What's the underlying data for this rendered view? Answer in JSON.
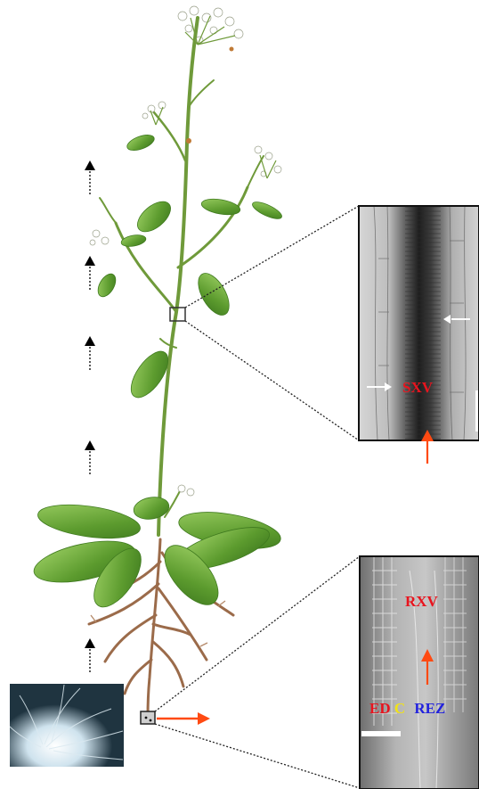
{
  "labels": {
    "stem_inset": "SXV",
    "root_inset": "RXV",
    "zone_ed": "ED",
    "zone_c": "C",
    "zone_rez": "REZ"
  },
  "colors": {
    "sxv": "#e8141e",
    "rxv": "#e8141e",
    "ed": "#e8141e",
    "c": "#f2e316",
    "rez": "#2222dd",
    "arrow_red": "#ff4a12",
    "arrow_black": "#000000",
    "leaf": "#5c9b2e",
    "leaf_light": "#8fc85a",
    "stem": "#6f9a3a",
    "root": "#9b6b4a",
    "micro_bg": "#9a9a9a",
    "root_photo_bg": "#1f3440"
  },
  "icons": {
    "up_arrows": "black-dotted-up-arrow-icon",
    "red_arrow": "red-arrow-icon",
    "scale_bar": "scale-bar"
  }
}
